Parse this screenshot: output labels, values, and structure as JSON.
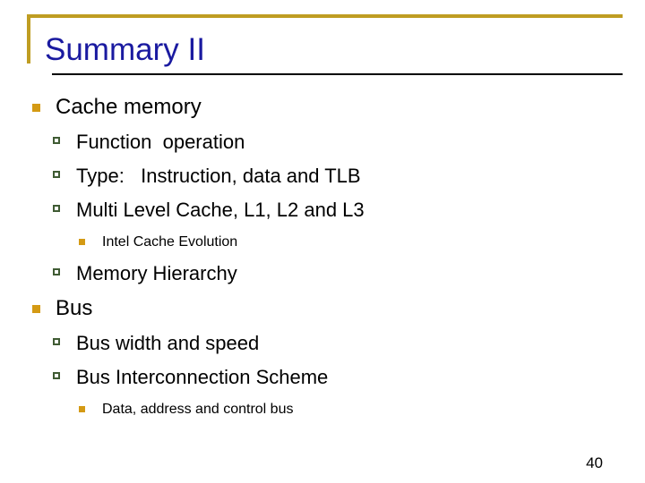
{
  "slide": {
    "title": "Summary II",
    "page_number": "40",
    "accent_gold": "#bf9d22",
    "bullet_gold": "#d49a14",
    "bullet_green": "#3f5b33",
    "title_color": "#1a1aa0",
    "rule_color": "#000000",
    "background": "#ffffff"
  },
  "outline": [
    {
      "level": 1,
      "text": "Cache memory"
    },
    {
      "level": 2,
      "text": "Function  operation"
    },
    {
      "level": 2,
      "text": "Type:   Instruction, data and TLB"
    },
    {
      "level": 2,
      "text": "Multi Level Cache, L1, L2 and L3"
    },
    {
      "level": 3,
      "text": "Intel Cache Evolution"
    },
    {
      "level": 2,
      "text": "Memory Hierarchy"
    },
    {
      "level": 1,
      "text": "Bus"
    },
    {
      "level": 2,
      "text": "Bus width and speed"
    },
    {
      "level": 2,
      "text": "Bus Interconnection Scheme"
    },
    {
      "level": 3,
      "text": "Data, address and control bus"
    }
  ]
}
